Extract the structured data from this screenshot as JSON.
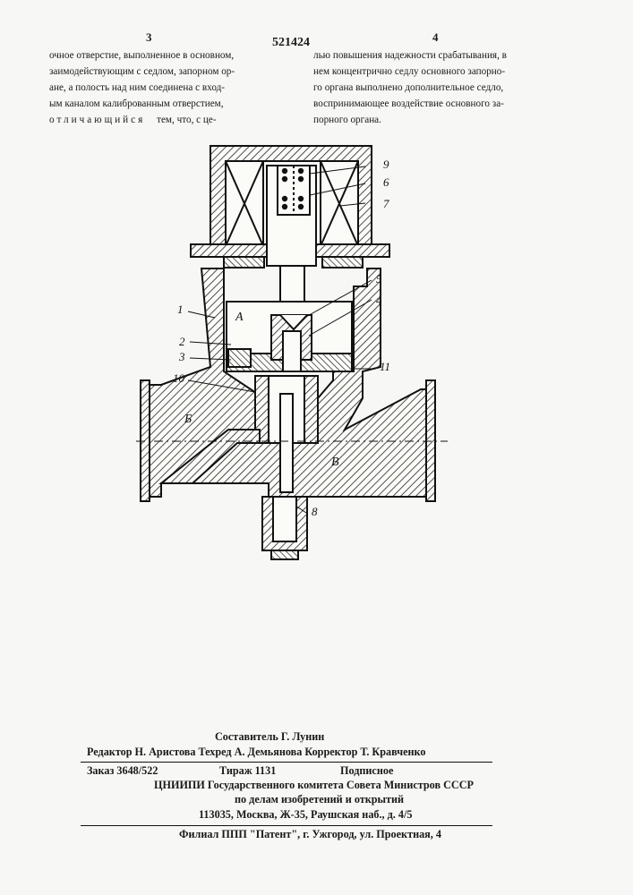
{
  "header": {
    "page_left": "3",
    "patent_number": "521424",
    "page_right": "4"
  },
  "left_column": {
    "lines": [
      "очное отверстие, выполненное в основном,",
      "заимодействующим с седлом, запорном ор-",
      "ане, а полость над ним соединена с вход-",
      "ым каналом калиброванным отверстием,"
    ],
    "last_line_spaced": "отличающийся",
    "last_line_rest": "тем, что, с це-"
  },
  "right_column": {
    "lines": [
      "лью повышения надежности срабатывания, в",
      "нем концентрично седлу основного запорно-",
      "го органа выполнено дополнительное седло,",
      "воспринимающее воздействие основного за-",
      "порного органа."
    ]
  },
  "drawing": {
    "labels": {
      "n1": "1",
      "n2": "2",
      "n3": "3",
      "n4": "4",
      "n5": "5",
      "n6": "6",
      "n7": "7",
      "n8": "8",
      "n9": "9",
      "n10": "10",
      "n11": "11",
      "A": "А",
      "B": "Б",
      "V": "В"
    }
  },
  "footer": {
    "compiler": "Составитель Г. Лунин",
    "editor_line": "Редактор Н. Аристова  Техред А. Демьянова  Корректор  Т. Кравченко",
    "order": "Заказ 3648/522",
    "circulation": "Тираж 1131",
    "subscription": "Подписное",
    "org1": "ЦНИИПИ Государственного комитета Совета Министров СССР",
    "org2": "по делам изобретений и открытий",
    "address": "113035, Москва, Ж-35, Раушская наб., д. 4/5",
    "branch": "Филиал ППП \"Патент\", г. Ужгород, ул. Проектная, 4"
  }
}
